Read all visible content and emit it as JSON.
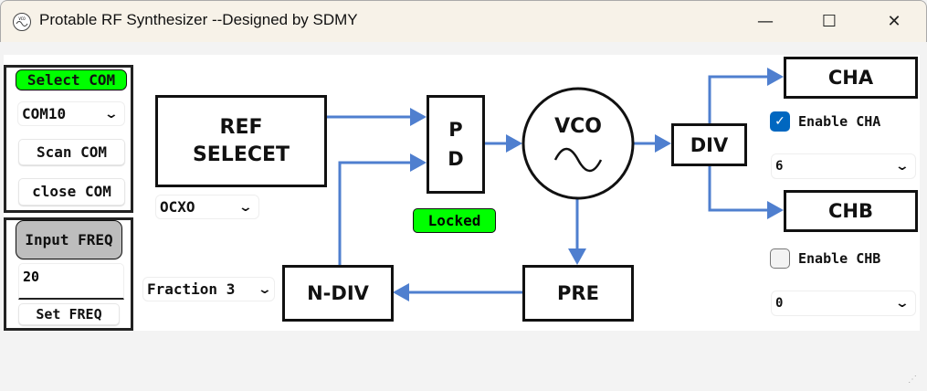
{
  "window": {
    "title": "Protable RF Synthesizer --Designed by SDMY",
    "minimize": "—",
    "maximize": "☐",
    "close": "✕"
  },
  "com_panel": {
    "select_label": "Select COM",
    "port": "COM10",
    "scan": "Scan COM",
    "close": "close COM"
  },
  "freq_panel": {
    "label": "Input FREQ",
    "value": "20",
    "set": "Set FREQ"
  },
  "diagram": {
    "ref_line1": "REF",
    "ref_line2": "SELECET",
    "ref_source": "OCXO",
    "pd_line1": "P",
    "pd_line2": "D",
    "status": "Locked",
    "vco": "VCO",
    "div": "DIV",
    "pre": "PRE",
    "ndiv": "N-DIV",
    "ndiv_mode": "Fraction 3"
  },
  "cha": {
    "label": "CHA",
    "enable": "Enable CHA",
    "checked": true,
    "div": "6"
  },
  "chb": {
    "label": "CHB",
    "enable": "Enable CHB",
    "checked": false,
    "div": "0"
  },
  "colors": {
    "accent": "#00ff00",
    "arrow": "#4f7fcf",
    "check": "#0067c0"
  }
}
